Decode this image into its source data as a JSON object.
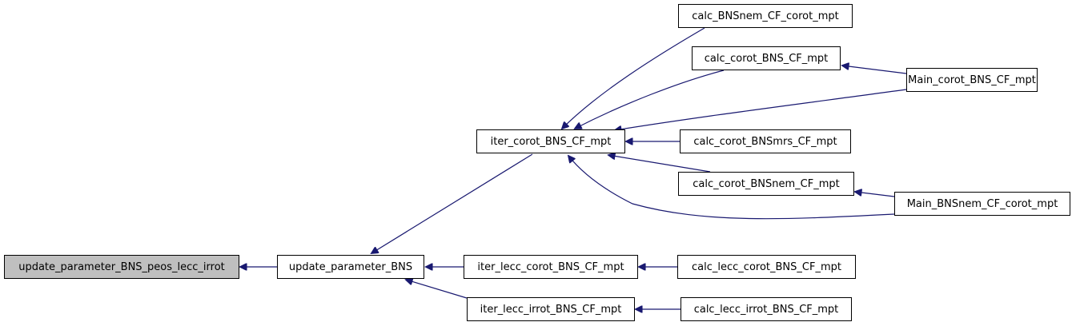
{
  "graph": {
    "nodes": [
      {
        "id": "n0",
        "label": "update_parameter_BNS_peos_lecc_irrot",
        "current": true
      },
      {
        "id": "n1",
        "label": "update_parameter_BNS"
      },
      {
        "id": "n2",
        "label": "iter_corot_BNS_CF_mpt"
      },
      {
        "id": "n3",
        "label": "calc_BNSnem_CF_corot_mpt"
      },
      {
        "id": "n4",
        "label": "calc_corot_BNS_CF_mpt"
      },
      {
        "id": "n5",
        "label": "Main_corot_BNS_CF_mpt"
      },
      {
        "id": "n6",
        "label": "calc_corot_BNSmrs_CF_mpt"
      },
      {
        "id": "n7",
        "label": "calc_corot_BNSnem_CF_mpt"
      },
      {
        "id": "n8",
        "label": "Main_BNSnem_CF_corot_mpt"
      },
      {
        "id": "n9",
        "label": "iter_lecc_corot_BNS_CF_mpt"
      },
      {
        "id": "n10",
        "label": "calc_lecc_corot_BNS_CF_mpt"
      },
      {
        "id": "n11",
        "label": "iter_lecc_irrot_BNS_CF_mpt"
      },
      {
        "id": "n12",
        "label": "calc_lecc_irrot_BNS_CF_mpt"
      }
    ],
    "edges": [
      {
        "from": "n1",
        "to": "n0"
      },
      {
        "from": "n2",
        "to": "n1"
      },
      {
        "from": "n9",
        "to": "n1"
      },
      {
        "from": "n11",
        "to": "n1"
      },
      {
        "from": "n3",
        "to": "n2"
      },
      {
        "from": "n4",
        "to": "n2"
      },
      {
        "from": "n5",
        "to": "n2"
      },
      {
        "from": "n6",
        "to": "n2"
      },
      {
        "from": "n7",
        "to": "n2"
      },
      {
        "from": "n8",
        "to": "n2"
      },
      {
        "from": "n5",
        "to": "n4"
      },
      {
        "from": "n8",
        "to": "n7"
      },
      {
        "from": "n10",
        "to": "n9"
      },
      {
        "from": "n12",
        "to": "n11"
      }
    ]
  }
}
